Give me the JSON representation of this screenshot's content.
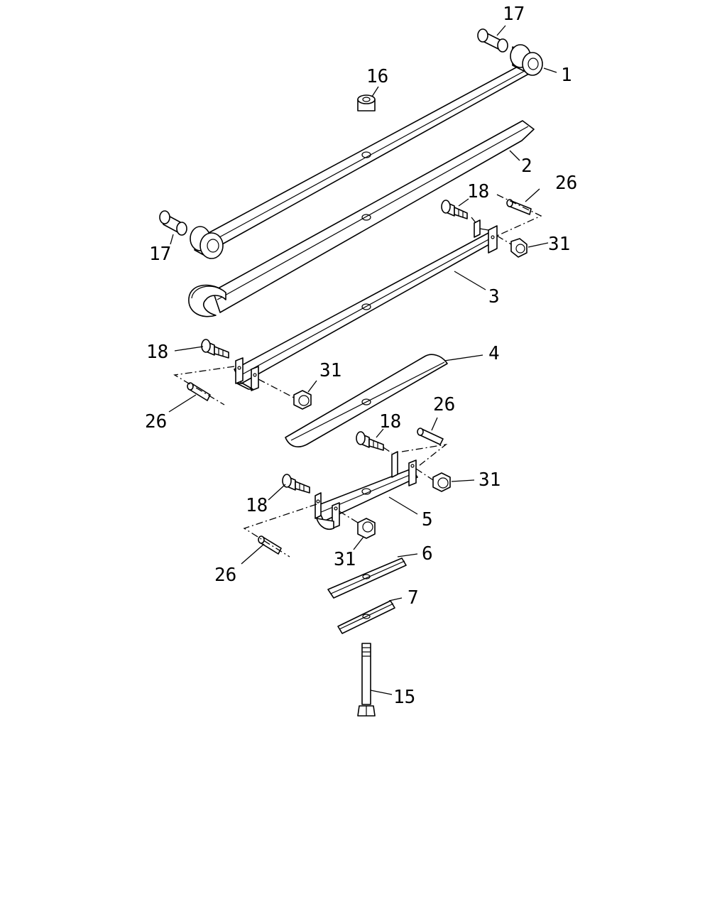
{
  "labels": {
    "p1": "1",
    "p2": "2",
    "p3": "3",
    "p4": "4",
    "p5": "5",
    "p6": "6",
    "p7": "7",
    "p15": "15",
    "p16": "16",
    "p17a": "17",
    "p17b": "17",
    "p18a": "18",
    "p18b": "18",
    "p18c": "18",
    "p18d": "18",
    "p26a": "26",
    "p26b": "26",
    "p26c": "26",
    "p26d": "26",
    "p31a": "31",
    "p31b": "31",
    "p31c": "31",
    "p31d": "31"
  }
}
